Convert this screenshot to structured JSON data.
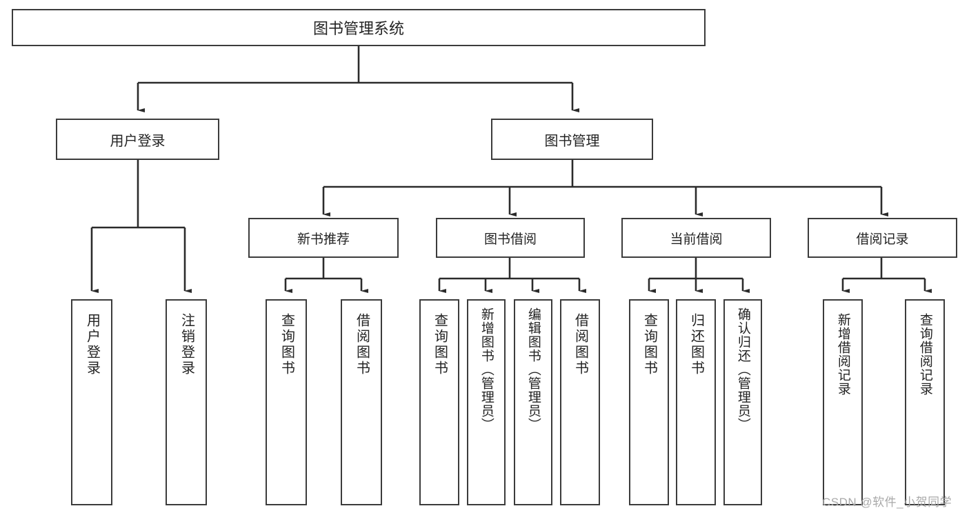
{
  "diagram": {
    "title": "图书管理系统",
    "type": "tree",
    "watermark": "CSDN @软件_小贺同学",
    "colors": {
      "box_border": "#3b3b3b",
      "box_fill": "#ffffff",
      "edge": "#2b2b2b",
      "text": "#232323",
      "watermark": "#a9a9a9"
    },
    "nodes": {
      "root": {
        "label": "图书管理系统"
      },
      "level2": [
        {
          "id": "user-login",
          "label": "用户登录"
        },
        {
          "id": "book-manage",
          "label": "图书管理"
        }
      ],
      "level3": [
        {
          "id": "new-book-recommend",
          "label": "新书推荐",
          "parent": "book-manage"
        },
        {
          "id": "book-borrow",
          "label": "图书借阅",
          "parent": "book-manage"
        },
        {
          "id": "current-borrow",
          "label": "当前借阅",
          "parent": "book-manage"
        },
        {
          "id": "borrow-record",
          "label": "借阅记录",
          "parent": "book-manage"
        }
      ],
      "leaves": [
        {
          "id": "leaf-user-login",
          "label": "用户登录",
          "parent": "user-login"
        },
        {
          "id": "leaf-logout-login",
          "label": "注销登录",
          "parent": "user-login"
        },
        {
          "id": "leaf-query-book-1",
          "label": "查询图书",
          "parent": "new-book-recommend"
        },
        {
          "id": "leaf-borrow-book-1",
          "label": "借阅图书",
          "parent": "new-book-recommend"
        },
        {
          "id": "leaf-query-book-2",
          "label": "查询图书",
          "parent": "book-borrow"
        },
        {
          "id": "leaf-add-book",
          "label": "新增图书（管理员）",
          "parent": "book-borrow"
        },
        {
          "id": "leaf-edit-book",
          "label": "编辑图书（管理员）",
          "parent": "book-borrow"
        },
        {
          "id": "leaf-borrow-book-2",
          "label": "借阅图书",
          "parent": "book-borrow"
        },
        {
          "id": "leaf-query-book-3",
          "label": "查询图书",
          "parent": "current-borrow"
        },
        {
          "id": "leaf-return-book",
          "label": "归还图书",
          "parent": "current-borrow"
        },
        {
          "id": "leaf-confirm-return",
          "label": "确认归还（管理员）",
          "parent": "current-borrow"
        },
        {
          "id": "leaf-add-record",
          "label": "新增借阅记录",
          "parent": "borrow-record"
        },
        {
          "id": "leaf-query-record",
          "label": "查询借阅记录",
          "parent": "borrow-record"
        }
      ]
    }
  }
}
